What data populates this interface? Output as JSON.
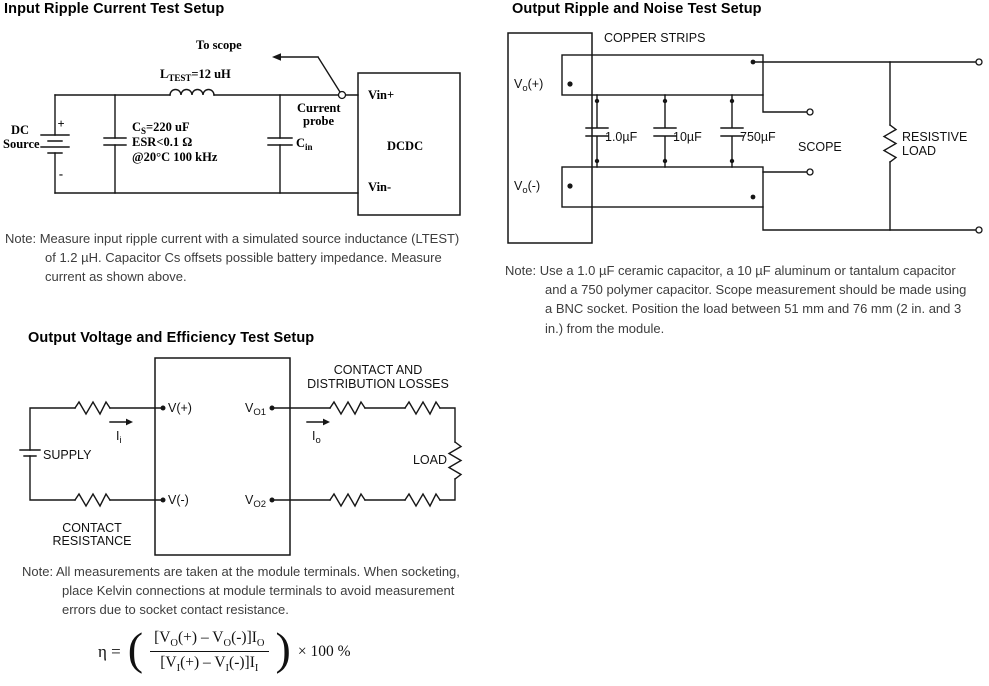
{
  "colors": {
    "background": "#ffffff",
    "heading_text": "#000000",
    "note_text": "#3d3d3d",
    "line": "#161616"
  },
  "d1": {
    "title": "Input Ripple Current Test Setup",
    "to_scope": "To scope",
    "ltest_pre": "L",
    "ltest_sub": "TEST",
    "ltest_post": "=12 uH",
    "probe_l1": "Current",
    "probe_l2": "probe",
    "plus": "+",
    "minus": "-",
    "src_l1": "DC",
    "src_l2": "Source",
    "cs_pre": "C",
    "cs_sub": "S",
    "cs_post": "=220 uF",
    "esr": "ESR<0.1 Ω",
    "cond": "@20°C 100 kHz",
    "cin_pre": "C",
    "cin_sub": "in",
    "dcdc": "DCDC",
    "vin_p": "Vin+",
    "vin_m": "Vin-",
    "note_label": "Note:",
    "note": "Measure input ripple current with a simulated source inductance (LTEST) of 1.2 µH. Capacitor Cs offsets possible battery impedance. Measure current as shown above."
  },
  "d2": {
    "title": "Output Ripple and Noise Test Setup",
    "copper_strips": "COPPER STRIPS",
    "vop_pre": "V",
    "vop_sub": "o",
    "vop_post": "(+)",
    "vom_pre": "V",
    "vom_sub": "o",
    "vom_post": "(-)",
    "cap1": "1.0µF",
    "cap2": "10µF",
    "cap3": "750µF",
    "scope": "SCOPE",
    "res_l1": "RESISTIVE",
    "res_l2": "LOAD",
    "note_label": "Note:",
    "note": "Use a 1.0 µF ceramic capacitor, a 10 µF aluminum or tantalum capacitor and a 750 polymer capacitor. Scope measurement should be made using a BNC socket. Position the load between 51 mm and 76 mm (2 in. and 3 in.) from the module."
  },
  "d3": {
    "title": "Output Voltage and Efficiency Test Setup",
    "loss_l1": "CONTACT AND",
    "loss_l2": "DISTRIBUTION LOSSES",
    "vp": "V(+)",
    "vm": "V(-)",
    "vo1_pre": "V",
    "vo1_sub": "O1",
    "vo2_pre": "V",
    "vo2_sub": "O2",
    "ii_pre": "I",
    "ii_sub": "i",
    "io_pre": "I",
    "io_sub": "o",
    "supply": "SUPPLY",
    "contact_l1": "CONTACT",
    "contact_l2": "RESISTANCE",
    "load": "LOAD",
    "note_label": "Note:",
    "note": "All measurements are taken at the module terminals. When socketing, place Kelvin connections at module terminals to avoid measurement errors due to socket contact resistance."
  },
  "eq": {
    "lhs": "η =",
    "open": "(",
    "close": ")",
    "num_p1": "[V",
    "num_s1": "O",
    "num_p2": "(+) – V",
    "num_s2": "O",
    "num_p3": "(-)]I",
    "num_s3": "O",
    "den_p1": "[V",
    "den_s1": "I",
    "den_p2": "(+) – V",
    "den_s2": "I",
    "den_p3": "(-)]I",
    "den_s3": "I",
    "rhs": "× 100 %"
  }
}
